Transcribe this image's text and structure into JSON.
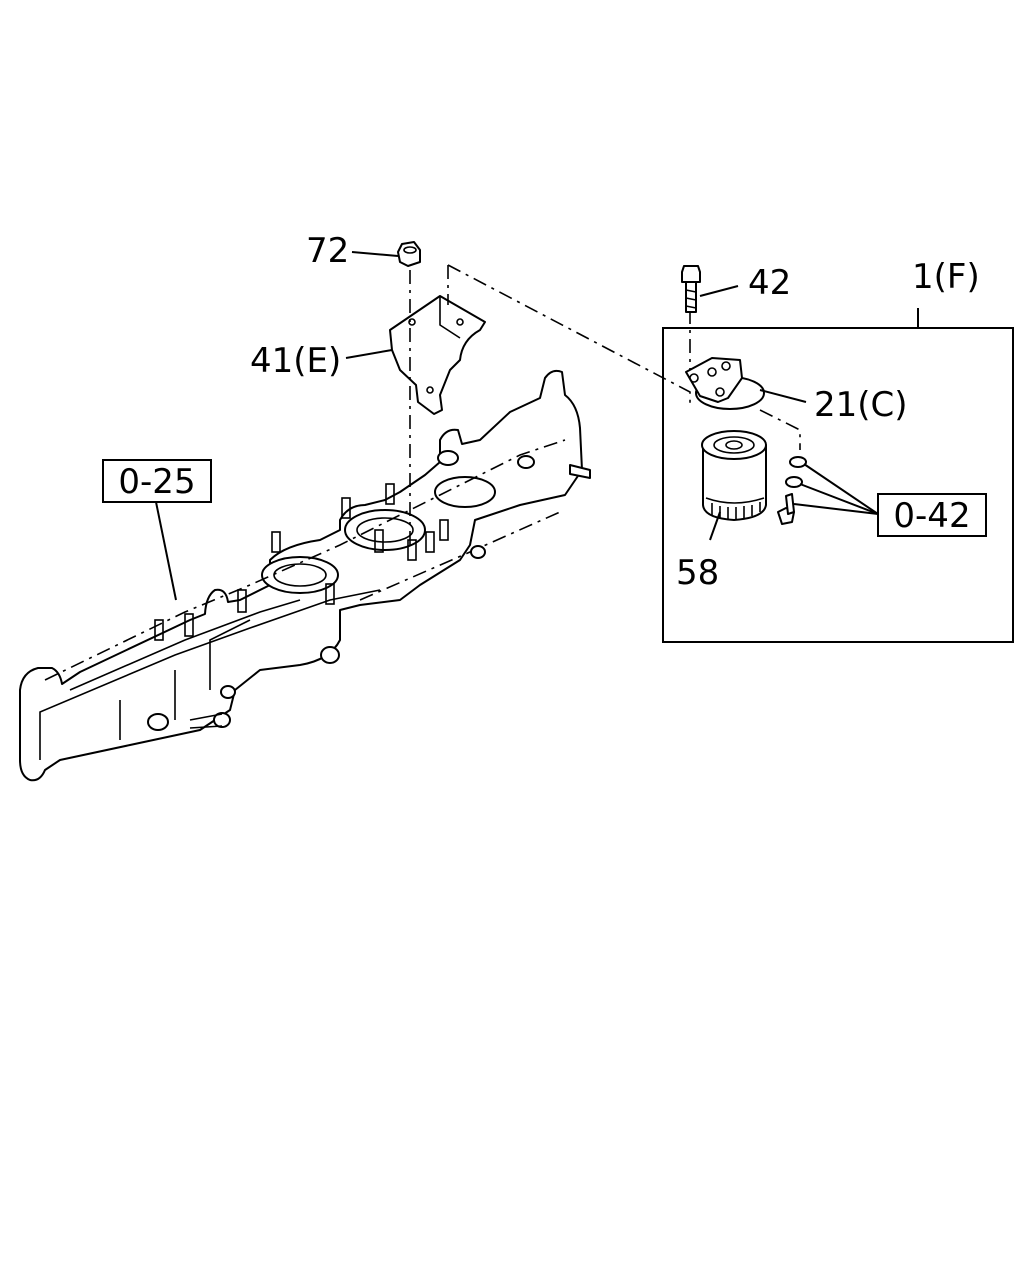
{
  "labels": {
    "part_72": "72",
    "part_41e": "41(E)",
    "part_42": "42",
    "part_1f": "1(F)",
    "part_21c": "21(C)",
    "part_58": "58"
  },
  "refs": {
    "ref_025": "0-25",
    "ref_042": "0-42"
  }
}
